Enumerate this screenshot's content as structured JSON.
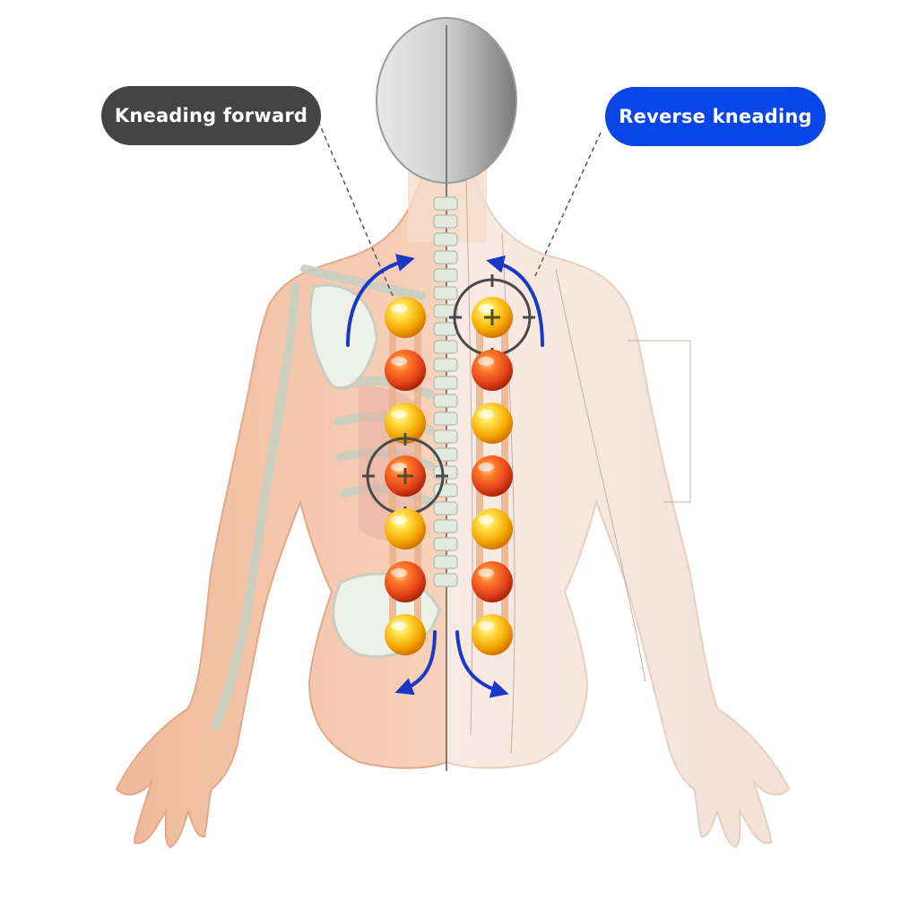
{
  "labels": {
    "left": "Kneading forward",
    "right": "Reverse kneading"
  },
  "colors": {
    "left_pill": "#444444",
    "right_pill": "#0a45e6",
    "arrow": "#1a37c8",
    "ball_yellow": "#f5b400",
    "ball_red": "#e5461a",
    "skin": "#f3c9ad",
    "bone": "#eef1e8",
    "line_gray": "#555555"
  },
  "icons": {
    "target": "crosshair-icon",
    "rotation": "curved-arrow-icon"
  },
  "columns": [
    {
      "side": "left",
      "balls": [
        "yellow",
        "red",
        "yellow",
        "red",
        "yellow",
        "red",
        "yellow"
      ],
      "highlighted": [
        3
      ]
    },
    {
      "side": "right",
      "balls": [
        "yellow",
        "red",
        "yellow",
        "red",
        "yellow",
        "red",
        "yellow"
      ],
      "highlighted": [
        0
      ]
    }
  ]
}
